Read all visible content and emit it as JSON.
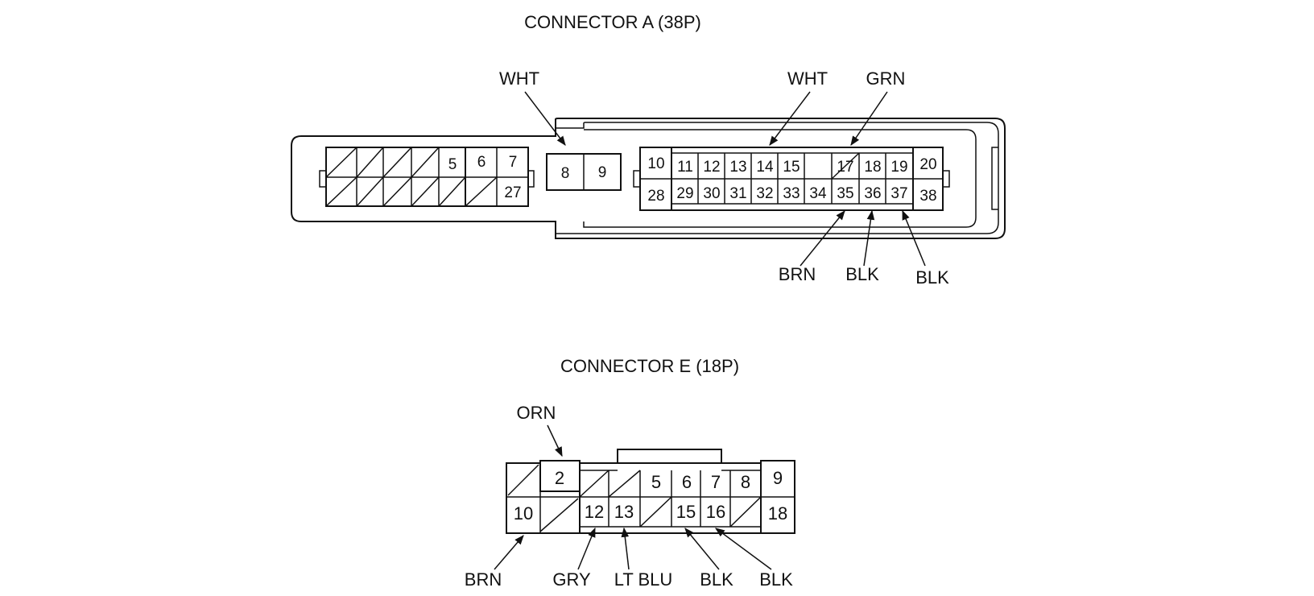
{
  "connector_a": {
    "title": "CONNECTOR A (38P)",
    "pins": {
      "p5": "5",
      "p6": "6",
      "p7": "7",
      "p27": "27",
      "p8": "8",
      "p9": "9",
      "p10": "10",
      "p11": "11",
      "p12": "12",
      "p13": "13",
      "p14": "14",
      "p15": "15",
      "p17": "17",
      "p18": "18",
      "p19": "19",
      "p20": "20",
      "p28": "28",
      "p29": "29",
      "p30": "30",
      "p31": "31",
      "p32": "32",
      "p33": "33",
      "p34": "34",
      "p35": "35",
      "p36": "36",
      "p37": "37",
      "p38": "38"
    },
    "wires": {
      "pin8": "WHT",
      "pin14": "WHT",
      "pin17": "GRN",
      "pin35": "BRN",
      "pin36": "BLK",
      "pin37": "BLK"
    }
  },
  "connector_e": {
    "title": "CONNECTOR E (18P)",
    "pins": {
      "p2": "2",
      "p5": "5",
      "p6": "6",
      "p7": "7",
      "p8": "8",
      "p9": "9",
      "p10": "10",
      "p12": "12",
      "p13": "13",
      "p15": "15",
      "p16": "16",
      "p18": "18"
    },
    "wires": {
      "pin2": "ORN",
      "pin10": "BRN",
      "pin12": "GRY",
      "pin13": "LT BLU",
      "pin15": "BLK",
      "pin16": "BLK"
    }
  }
}
